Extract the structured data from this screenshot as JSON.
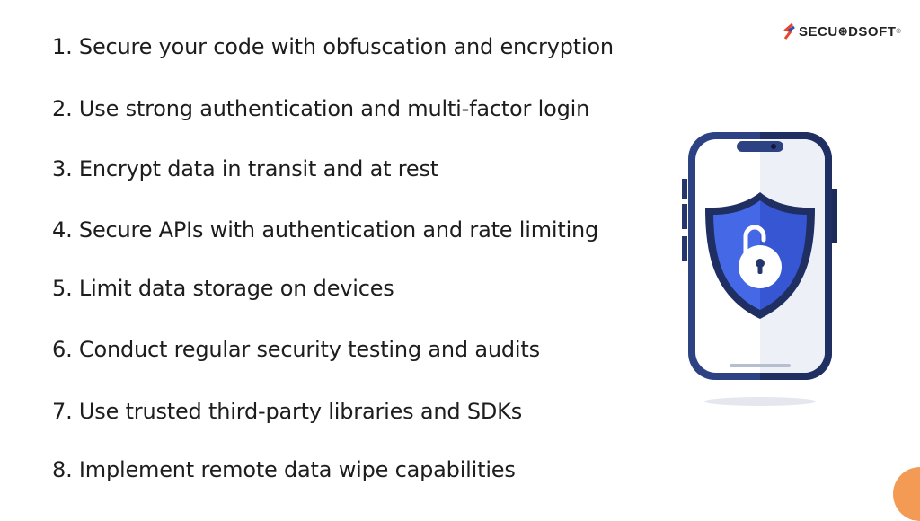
{
  "logo": {
    "text": "SECUODSOFT",
    "registered": "®"
  },
  "items": [
    "1. Secure your code with obfuscation and encryption",
    "2. Use strong authentication and multi-factor login",
    "3. Encrypt data in transit and at rest",
    "4. Secure APIs with authentication and rate limiting",
    "5. Limit data storage on devices",
    "6. Conduct regular security testing and audits",
    "7. Use trusted third-party libraries and SDKs",
    "8. Implement remote data wipe capabilities"
  ],
  "colors": {
    "phone_frame": "#24366b",
    "shield": "#3f63dd",
    "accent": "#f39a55"
  }
}
